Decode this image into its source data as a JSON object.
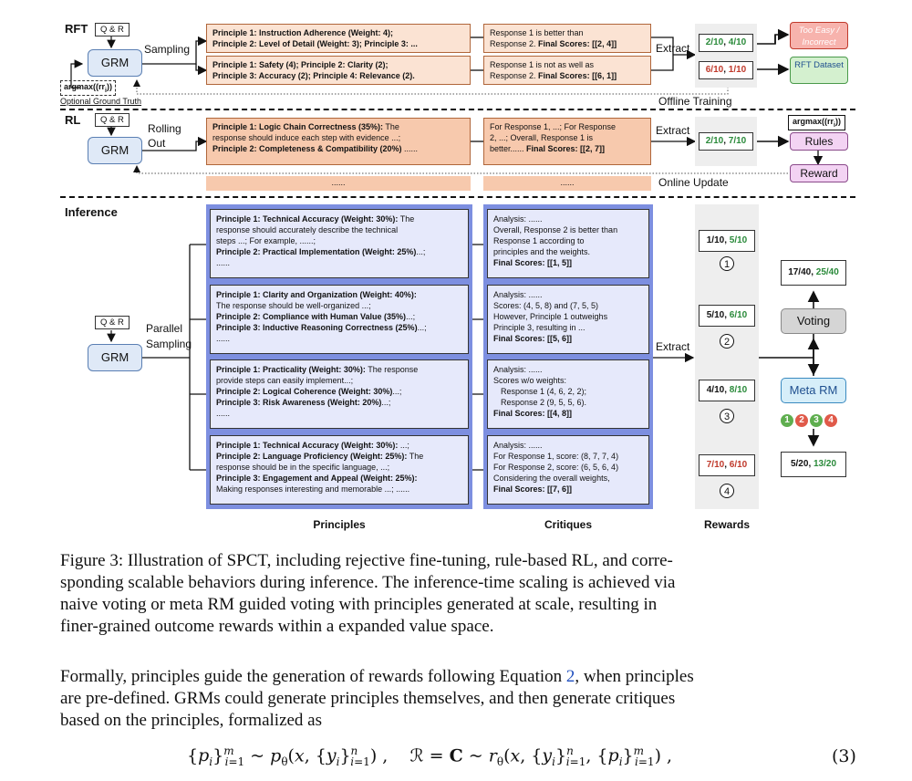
{
  "sections": {
    "rft": "RFT",
    "rl": "RL",
    "inference": "Inference"
  },
  "qa": "Q & R",
  "grm": "GRM",
  "labels": {
    "sampling": "Sampling",
    "rolling": "Rolling",
    "out": "Out",
    "parallel": "Parallel",
    "parallel_sampling": "Sampling",
    "argmax": "argmax((r",
    "argmax_tail": "))",
    "optional_gt": "Optional Ground Truth",
    "extract": "Extract",
    "offline": "Offline Training",
    "online": "Online Update",
    "too_easy": "Too Easy / Incorrect",
    "rft_dataset": "RFT Dataset",
    "rules": "Rules",
    "reward": "Reward",
    "voting": "Voting",
    "meta_rm": "Meta RM",
    "dots": "......"
  },
  "rft": {
    "p1": {
      "l1": "Principle 1: Instruction Adherence (Weight: 4);",
      "l2": "Principle 2: Level of Detail (Weight: 3); Principle 3: ..."
    },
    "p2": {
      "l1": "Principle 1: Safety (4); Principle 2: Clarity (2);",
      "l2": "Principle 3: Accuracy (2); Principle 4: Relevance (2)."
    },
    "c1": {
      "l1": "Response 1 is better than",
      "l2a": "Response 2. ",
      "l2b": "Final Scores: [[2, 4]]"
    },
    "c2": {
      "l1": "Response 1 is not as well as",
      "l2a": "Response 2. ",
      "l2b": "Final Scores: [[6, 1]]"
    },
    "r1": {
      "a": "2/10",
      "b": "4/10"
    },
    "r2": {
      "a": "6/10",
      "b": "1/10"
    }
  },
  "rl": {
    "p": {
      "l1a": "Principle 1: Logic Chain Correctness (35%):",
      "l1b": " The",
      "l2": "response should induce each step with evidence ...;",
      "l3a": "Principle 2: Completeness & Compatibility (20%)",
      "l3b": " ......"
    },
    "c": {
      "l1": "For Response 1, ...; For Response",
      "l2": "2, ...; Overall, Response 1 is",
      "l3a": "better...... ",
      "l3b": "Final Scores: [[2, 7]]"
    },
    "r": {
      "a": "2/10",
      "b": "7/10"
    }
  },
  "inference": {
    "principles": [
      {
        "lines": [
          [
            "b",
            "Principle 1: Technical Accuracy (Weight: 30%):"
          ],
          [
            "n",
            " The"
          ]
        ],
        "l2": "response should accurately describe the technical",
        "l3": "steps ...; For example, ......;",
        "l4a": "Principle 2: Practical Implementation (Weight: 25%)",
        "l4b": "...;",
        "l5": "......"
      },
      {
        "l1": "Principle 1: Clarity and Organization (Weight: 40%):",
        "l2": "The response should be well-organized ...;",
        "l3a": "Principle 2: Compliance with Human Value (35%)",
        "l3b": "...;",
        "l4a": "Principle 3: Inductive Reasoning Correctness (25%)",
        "l4b": "...;",
        "l5": "......"
      },
      {
        "l1a": "Principle 1: Practicality (Weight: 30%):",
        "l1b": " The response",
        "l2": "provide steps can easily implement...;",
        "l3a": "Principle 2: Logical Coherence (Weight: 30%)",
        "l3b": "...;",
        "l4a": "Principle 3: Risk Awareness (Weight: 20%)",
        "l4b": "...;",
        "l5": "......"
      },
      {
        "l1a": "Principle 1: Technical Accuracy (Weight: 30%):",
        "l1b": " ...;",
        "l2a": "Principle 2: Language Proficiency (Weight: 25%):",
        "l2b": " The",
        "l3": "response should be in the specific language, ...;",
        "l4a": "Principle 3: Engagement and Appeal (Weight: 25%):",
        "l5": "Making responses interesting and memorable ...; ......"
      }
    ],
    "critiques": [
      {
        "l1": "Analysis: ......",
        "l2": "Overall, Response 2 is better than",
        "l3": "Response 1 according to",
        "l4": "principles and the weights.",
        "l5": "Final Scores: [[1, 5]]"
      },
      {
        "l1": "Analysis: ......",
        "l2": "Scores: (4, 5, 8) and (7, 5, 5)",
        "l3": "However, Principle 1 outweighs",
        "l4": "Principle 3, resulting in ...",
        "l5": "Final Scores: [[5, 6]]"
      },
      {
        "l1": "Analysis: ......",
        "l2": "Scores w/o weights:",
        "l3": "Response 1 (4, 6, 2, 2);",
        "l4": "Response 2 (9, 5, 5, 6).",
        "l5": "Final Scores: [[4, 8]]"
      },
      {
        "l1": "Analysis: ......",
        "l2": "For Response 1, score: (8, 7, 7, 4)",
        "l3": "For Response 2, score: (6, 5, 6, 4)",
        "l4": "Considering the overall weights,",
        "l5": "Final Scores: [[7, 6]]"
      }
    ],
    "rewards": [
      {
        "a": "1/10",
        "b": "5/10",
        "n": "1"
      },
      {
        "a": "5/10",
        "b": "6/10",
        "n": "2"
      },
      {
        "a": "4/10",
        "b": "8/10",
        "n": "3"
      },
      {
        "a": "7/10",
        "b": "6/10",
        "n": "4"
      }
    ],
    "vote_result": {
      "a": "17/40",
      "b": "25/40"
    },
    "meta_result": {
      "a": "5/20",
      "b": "13/20"
    },
    "meta_circles": [
      "1",
      "2",
      "3",
      "4"
    ]
  },
  "column_titles": {
    "principles": "Principles",
    "critiques": "Critiques",
    "rewards": "Rewards"
  },
  "caption": {
    "l1": "Figure 3: Illustration of SPCT, including rejective fine-tuning, rule-based RL, and corre-",
    "l2": "sponding scalable behaviors during inference. The inference-time scaling is achieved via",
    "l3": "naive voting or meta RM guided voting with principles generated at scale, resulting in",
    "l4": "finer-grained outcome rewards within a expanded value space."
  },
  "body": {
    "l1a": "Formally, principles guide the generation of rewards following Equation ",
    "l1ref": "2",
    "l1b": ", when principles",
    "l2": "are pre-defined. GRMs could generate principles themselves, and then generate critiques",
    "l3": "based on the principles, formalized as"
  },
  "equation": {
    "number": "(3)"
  },
  "colors": {
    "green": "#2a8a3a",
    "red": "#c0392b",
    "orange_border": "#b0663a",
    "blue_col": "#7d8fe0",
    "link": "#1f4fbf"
  }
}
